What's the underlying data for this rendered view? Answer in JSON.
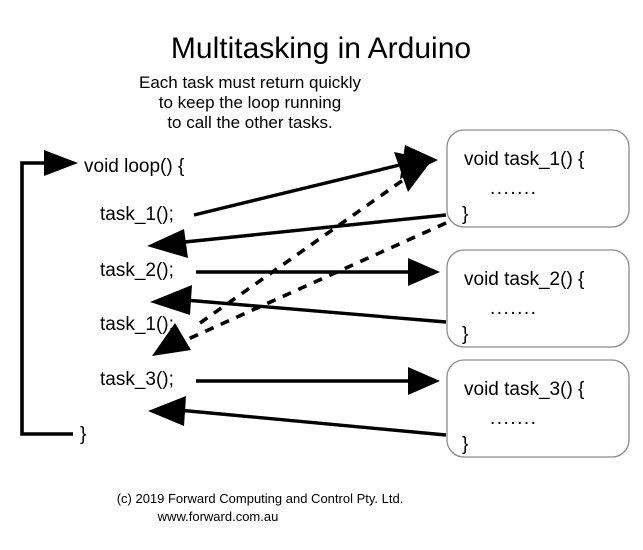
{
  "header": {
    "title": "Multitasking in Arduino",
    "subtitle_lines": [
      "Each task must return quickly",
      "to keep the loop running",
      "to call the other tasks."
    ]
  },
  "loop": {
    "open_line": "void loop() {",
    "close_line": "}",
    "calls": [
      {
        "label": "task_1();",
        "target": "task_1",
        "style": "solid"
      },
      {
        "label": "task_2();",
        "target": "task_2",
        "style": "solid"
      },
      {
        "label": "task_1();",
        "target": "task_1",
        "style": "dashed"
      },
      {
        "label": "task_3();",
        "target": "task_3",
        "style": "solid"
      }
    ]
  },
  "tasks": [
    {
      "id": "task_1",
      "open_line": "void task_1() {",
      "body_line": ".......",
      "close_line": "}"
    },
    {
      "id": "task_2",
      "open_line": "void task_2() {",
      "body_line": ".......",
      "close_line": "}"
    },
    {
      "id": "task_3",
      "open_line": "void task_3() {",
      "body_line": ".......",
      "close_line": "}"
    }
  ],
  "footer": {
    "copyright": "(c) 2019 Forward Computing and Control Pty. Ltd.",
    "website": "www.forward.com.au"
  },
  "colors": {
    "background": "#ffffff",
    "ink": "#000000",
    "box_border": "#8c8c8c"
  }
}
